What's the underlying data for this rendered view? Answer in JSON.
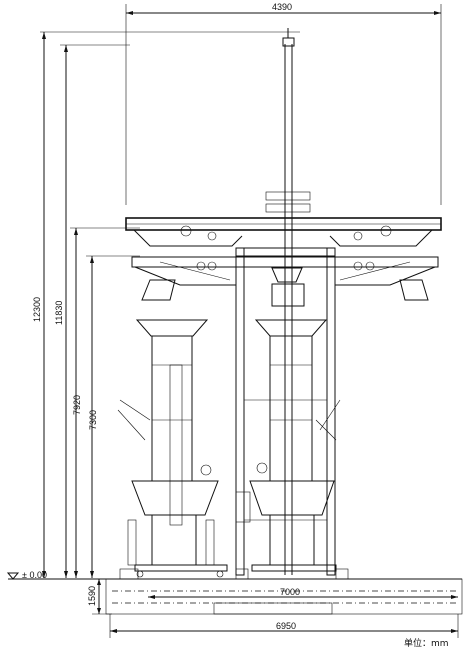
{
  "dimensions": {
    "top_width": "4390",
    "height_total": "12300",
    "height_upper": "11830",
    "height_mid": "7920",
    "height_lower": "7300",
    "ground_level": "± 0.00",
    "pit_depth": "1590",
    "base_inner_width": "7000",
    "base_total_width": "6950"
  },
  "unit_label": "单位：mm"
}
